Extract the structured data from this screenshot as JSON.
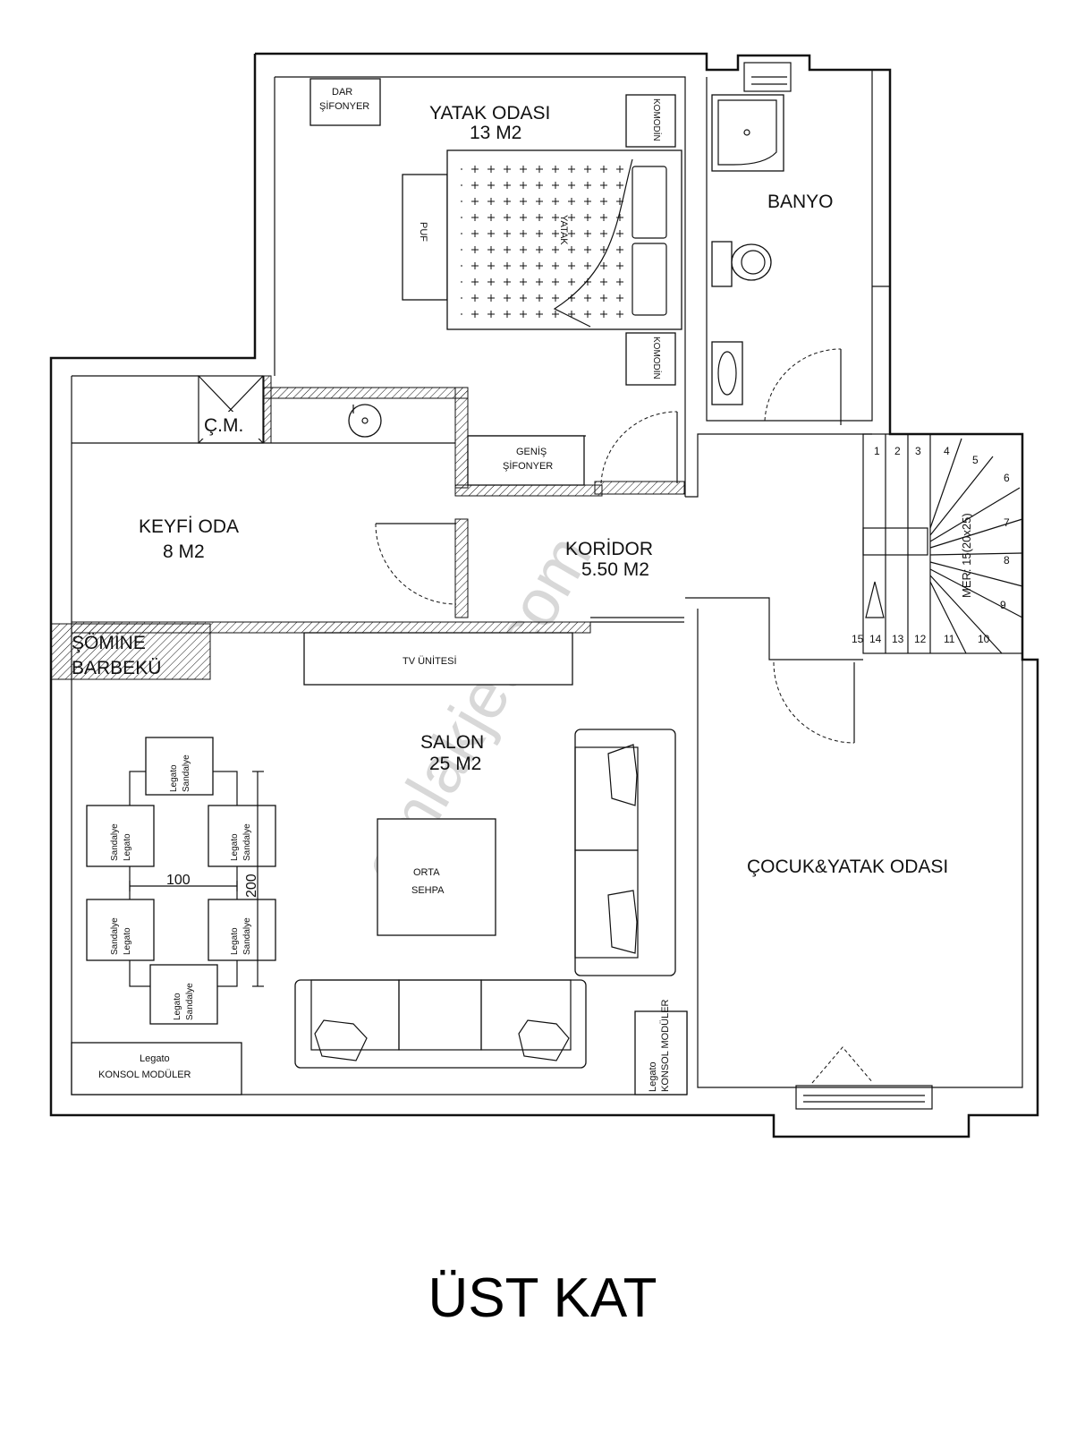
{
  "floor_title": "ÜST KAT",
  "watermark": "emlakjet.com",
  "rooms": {
    "bedroom": {
      "name": "YATAK ODASI",
      "area": "13 M2"
    },
    "bathroom": {
      "name": "BANYO"
    },
    "leisure": {
      "name": "KEYFİ ODA",
      "area": "8 M2"
    },
    "corridor": {
      "name": "KORİDOR",
      "area": "5.50 M2"
    },
    "living": {
      "name": "SALON",
      "area": "25 M2"
    },
    "child": {
      "name": "ÇOCUK&YATAK ODASI"
    },
    "laundry": {
      "name": "Ç.M."
    },
    "fireplace": {
      "line1": "ŞÖMİNE",
      "line2": "BARBEKÜ"
    }
  },
  "furniture": {
    "dresser_small_1": "DAR",
    "dresser_small_2": "ŞİFONYER",
    "dresser_wide_1": "GENİŞ",
    "dresser_wide_2": "ŞİFONYER",
    "nightstand_top": "KOMODİN",
    "nightstand_bottom": "KOMODİN",
    "bed": "YATAK",
    "pouf": "PUF",
    "tv_unit": "TV ÜNİTESİ",
    "coffee_table_1": "ORTA",
    "coffee_table_2": "SEHPA",
    "chair_1": "Legato",
    "chair_2": "Sandalye",
    "console_1": "Legato",
    "console_2": "KONSOL MODÜLER"
  },
  "dimensions": {
    "width": "100",
    "length": "200"
  },
  "stairs": {
    "label": "MER: 15(20x25)",
    "steps": [
      "1",
      "2",
      "3",
      "4",
      "5",
      "6",
      "7",
      "8",
      "9",
      "10",
      "11",
      "12",
      "13",
      "14",
      "15"
    ]
  }
}
